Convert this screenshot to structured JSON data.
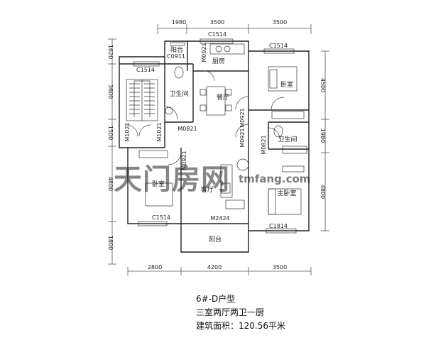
{
  "top_dims": [
    "1980",
    "3500",
    "3500"
  ],
  "bottom_dims": [
    "2800",
    "4200",
    "3500"
  ],
  "left_dims": [
    "1620",
    "3600",
    "1500",
    "4800",
    "1800"
  ],
  "right_dims": [
    "4500",
    "1980",
    "4800"
  ],
  "rooms": {
    "balcony_top": "阳台",
    "kitchen": "厨房",
    "bath_left": "卫生间",
    "dining": "餐厅",
    "bedroom_top_right": "卧室",
    "bath_right": "卫生间",
    "bedroom_left": "卧室",
    "living": "客厅",
    "master_bedroom": "主卧室",
    "balcony_bottom": "阳台"
  },
  "codes": {
    "c1514_top": "C1514",
    "c0911": "C0911",
    "m_kitchen": "M0921",
    "c1514_topright": "C1514",
    "c1514_stair": "C1514",
    "m0821_bath": "M0821",
    "m1021": "M1021",
    "m1021_entry": "M1021",
    "m0921_mid": "M0921",
    "m0921_right": "M0921",
    "m0921_left": "M0921",
    "m0821_right": "M0821",
    "c1514_left": "C1514",
    "m2424": "M2424",
    "c1814": "C1814"
  },
  "watermark": {
    "cn": "天门房网",
    "url": "tmfang.com"
  },
  "caption": {
    "type": "6#-D户型",
    "layout": "三室两厅两卫一厨",
    "area": "建筑面积：120.56平米"
  }
}
